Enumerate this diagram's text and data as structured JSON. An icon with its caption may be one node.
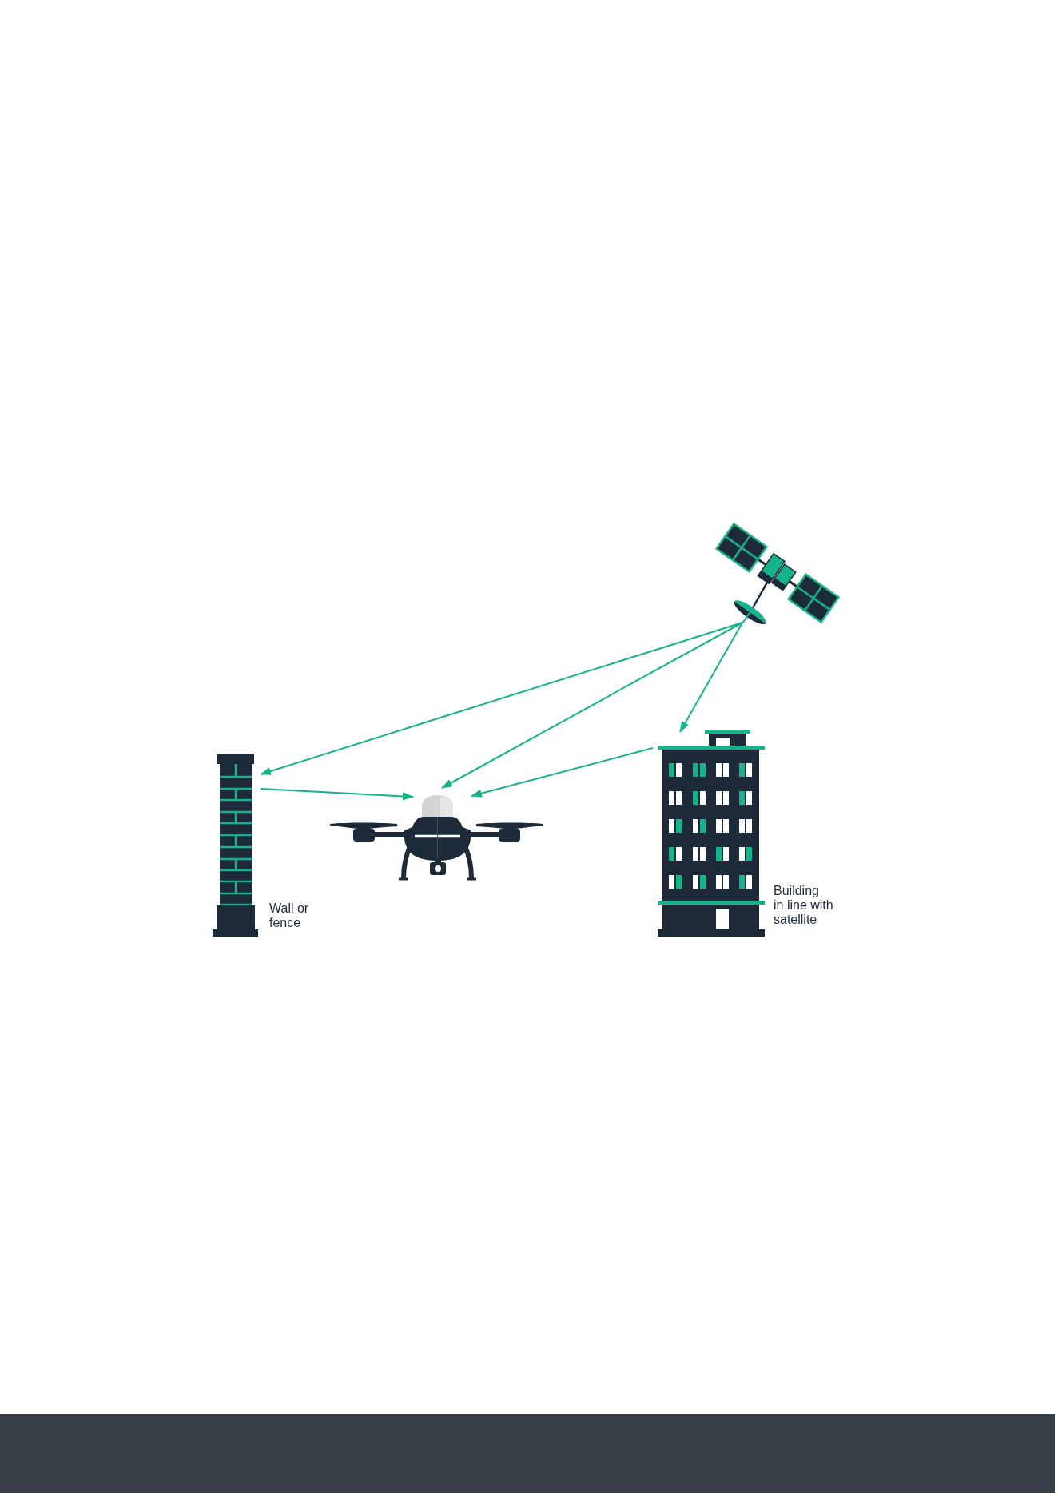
{
  "diagram": {
    "nodes": [
      {
        "text": [],
        "shape": "picture"
      },
      {
        "text": [],
        "shape": "picture",
        "beside": [
          "Wall or fence"
        ]
      },
      {
        "text": [],
        "shape": "picture"
      },
      {
        "text": [],
        "shape": "picture",
        "beside": [
          "Building in line with satellite"
        ]
      }
    ],
    "edges": [
      {
        "from": 0,
        "to": 1,
        "arrow": "to"
      },
      {
        "from": 0,
        "to": 2,
        "arrow": "to"
      },
      {
        "from": 0,
        "to": 3,
        "arrow": "to"
      },
      {
        "from": 1,
        "to": 2,
        "arrow": "to"
      },
      {
        "from": 3,
        "to": 2,
        "arrow": "to"
      }
    ]
  }
}
